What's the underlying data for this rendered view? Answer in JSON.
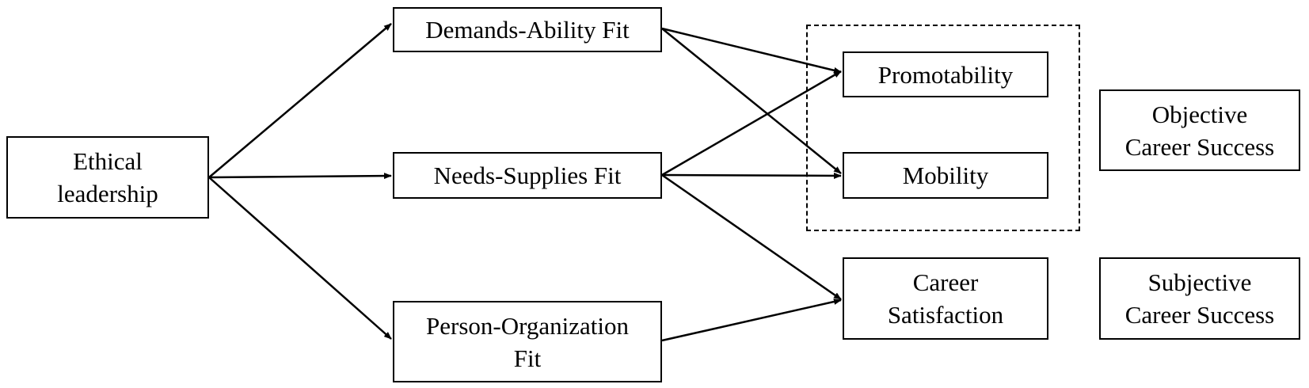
{
  "diagram": {
    "nodes": {
      "ethical_leadership": [
        "Ethical",
        "leadership"
      ],
      "demands_ability_fit": [
        "Demands-Ability Fit"
      ],
      "needs_supplies_fit": [
        "Needs-Supplies Fit"
      ],
      "person_organization_fit": [
        "Person-Organization",
        "Fit"
      ],
      "promotability": [
        "Promotability"
      ],
      "mobility": [
        "Mobility"
      ],
      "career_satisfaction": [
        "Career",
        "Satisfaction"
      ],
      "objective_career_success": [
        "Objective",
        "Career Success"
      ],
      "subjective_career_success": [
        "Subjective",
        "Career Success"
      ]
    },
    "edges": [
      {
        "from": "ethical_leadership",
        "to": "demands_ability_fit"
      },
      {
        "from": "ethical_leadership",
        "to": "needs_supplies_fit"
      },
      {
        "from": "ethical_leadership",
        "to": "person_organization_fit"
      },
      {
        "from": "demands_ability_fit",
        "to": "promotability"
      },
      {
        "from": "demands_ability_fit",
        "to": "mobility"
      },
      {
        "from": "needs_supplies_fit",
        "to": "promotability"
      },
      {
        "from": "needs_supplies_fit",
        "to": "mobility"
      },
      {
        "from": "needs_supplies_fit",
        "to": "career_satisfaction"
      },
      {
        "from": "person_organization_fit",
        "to": "career_satisfaction"
      }
    ],
    "groups": [
      {
        "members": [
          "promotability",
          "mobility"
        ],
        "style": "dashed"
      }
    ],
    "colors": {
      "stroke": "#000000",
      "background": "#ffffff"
    }
  }
}
